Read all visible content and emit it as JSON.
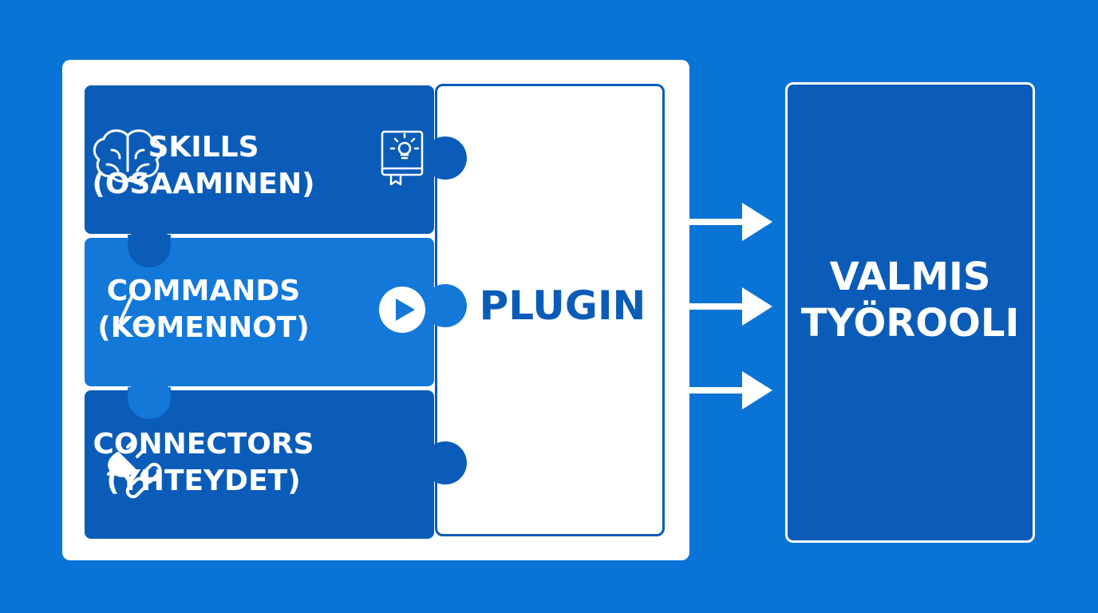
{
  "colors": {
    "background": "#0a74d6",
    "dark_blue": "#0b5cb8",
    "mid_blue": "#1378d8",
    "white": "#ffffff"
  },
  "pieces": [
    {
      "line1": "SKILLS",
      "line2": "(OSAAMINEN)",
      "icon_left": "brain-icon",
      "icon_right": "idea-book-icon"
    },
    {
      "line1": "COMMANDS",
      "line2": "(KOMENNOT)",
      "icon_left": "command-prompt-icon",
      "icon_right": "play-icon",
      "glyph": "/_"
    },
    {
      "line1": "CONNECTORS",
      "line2": "(YHTEYDET)",
      "icon_left": "plug-link-icon"
    }
  ],
  "plugin": {
    "label": "PLUGIN"
  },
  "role": {
    "line1": "VALMIS",
    "line2": "TYÖROOLI"
  }
}
